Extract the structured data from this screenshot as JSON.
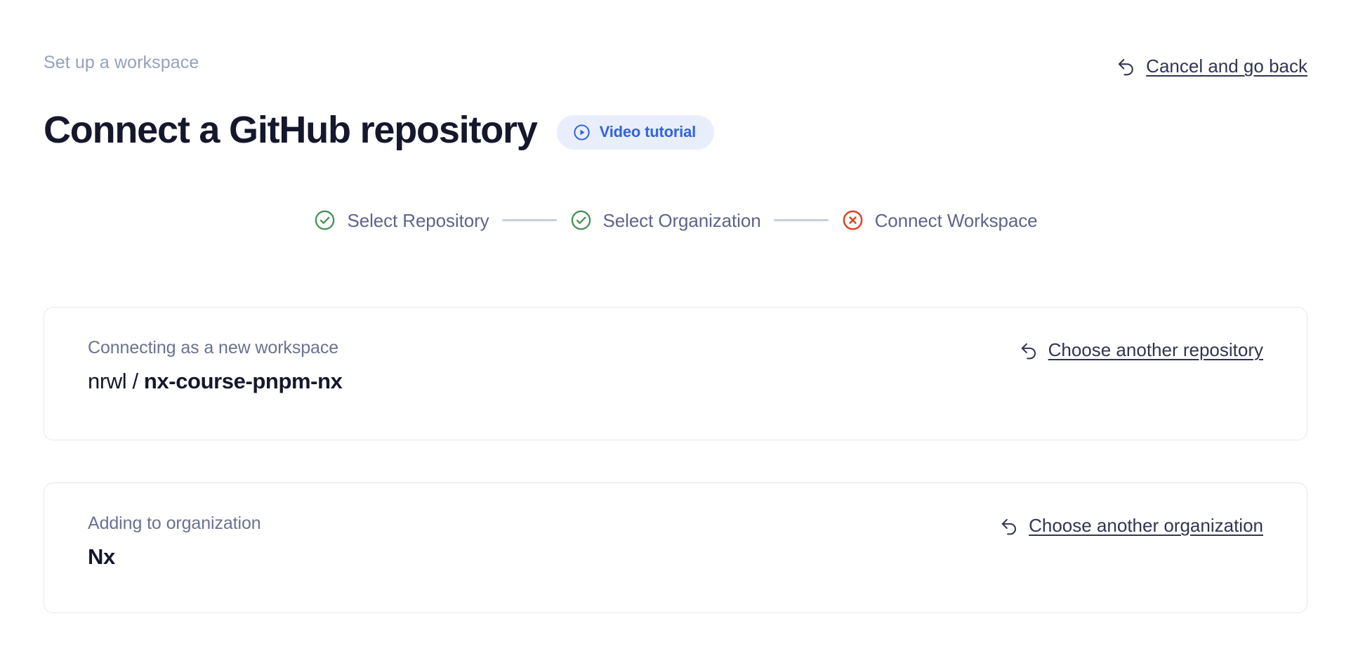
{
  "header": {
    "breadcrumb": "Set up a workspace",
    "title": "Connect a GitHub repository",
    "video_badge": {
      "label": "Video tutorial",
      "icon": "play-circle-icon",
      "bg_color": "#e9eefc",
      "text_color": "#2f64e0"
    },
    "cancel_link": {
      "label": "Cancel and go back",
      "icon": "arrow-uturn-left-icon"
    }
  },
  "stepper": {
    "steps": [
      {
        "label": "Select Repository",
        "state": "complete",
        "icon": "check-circle-icon",
        "color": "#4a9155"
      },
      {
        "label": "Select Organization",
        "state": "complete",
        "icon": "check-circle-icon",
        "color": "#4a9155"
      },
      {
        "label": "Connect Workspace",
        "state": "error",
        "icon": "x-circle-icon",
        "color": "#dd4323"
      }
    ],
    "connector_color": "#c8cee0",
    "label_color": "#5e6489"
  },
  "cards": [
    {
      "caption": "Connecting as a new workspace",
      "value_owner": "nrwl / ",
      "value_name": "nx-course-pnpm-nx",
      "link": {
        "label": "Choose another repository",
        "icon": "arrow-uturn-left-icon"
      }
    },
    {
      "caption": "Adding to organization",
      "value_owner": "",
      "value_name": "Nx",
      "link": {
        "label": "Choose another organization",
        "icon": "arrow-uturn-left-icon"
      }
    }
  ],
  "theme": {
    "background": "#ffffff",
    "title_color": "#15172c",
    "breadcrumb_color": "#95a1bd",
    "card_border": "#e7e8f0",
    "link_color": "#313551"
  }
}
